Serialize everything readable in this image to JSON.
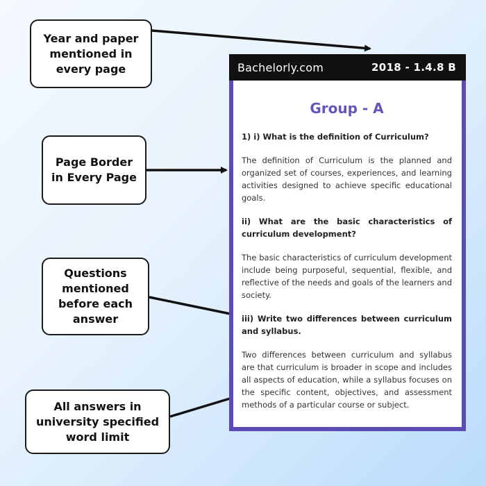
{
  "callouts": [
    {
      "text": "Year and paper\nmentioned in\nevery page"
    },
    {
      "text": "Page Border\nin Every Page"
    },
    {
      "text": "Questions\nmentioned\nbefore each\nanswer"
    },
    {
      "text": "All answers in\nuniversity specified\nword limit"
    }
  ],
  "document": {
    "brand": "Bachelorly.com",
    "code": "2018  -  1.4.8 B",
    "title": "Group - A",
    "qa": [
      {
        "question": "1) i) What is the definition of Curriculum?",
        "answer": "The definition of Curriculum is the planned and organized set of courses, experiences, and learning activities designed to achieve specific educational goals."
      },
      {
        "question": "ii) What are the basic characteristics of curriculum development?",
        "answer": "The basic characteristics of curriculum development include being purposeful, sequential, flexible, and reflective of the needs and goals of the learners and society."
      },
      {
        "question": "iii) Write two differences between curriculum and syllabus.",
        "answer": "Two differences between curriculum and syllabus are that curriculum is broader in scope and includes all aspects of education, while a syllabus focuses on the specific content, objectives, and assessment methods of a particular course or subject."
      }
    ],
    "border_color": "#5a4bb6",
    "title_color": "#6456b8"
  }
}
